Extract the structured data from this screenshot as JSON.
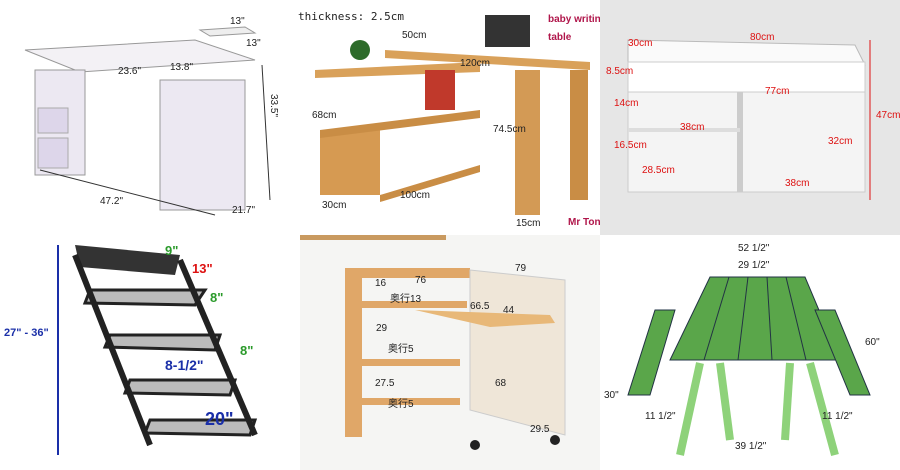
{
  "panels": [
    {
      "name": "computer-desk",
      "labels": [
        "13\"",
        "13\"",
        "23.6\"",
        "13.8\"",
        "33.5\"",
        "47.2\"",
        "21.7\""
      ]
    },
    {
      "name": "rotating-l-desk",
      "labels": [
        "thickness:  2.5cm",
        "50cm",
        "120cm",
        "68cm",
        "74.5cm",
        "30cm",
        "100cm",
        "15cm"
      ],
      "caption": [
        "baby writing",
        "table"
      ],
      "watermark": "Mr Ton"
    },
    {
      "name": "storage-bench",
      "labels": [
        "80cm",
        "30cm",
        "8.5cm",
        "77cm",
        "14cm",
        "38cm",
        "16.5cm",
        "32cm",
        "28.5cm",
        "38cm",
        "47cm"
      ]
    },
    {
      "name": "rv-steps",
      "labels": [
        "9\"",
        "13\"",
        "8\"",
        "8\"",
        "8-1/2\"",
        "20\"",
        "27\" - 36\""
      ]
    },
    {
      "name": "folding-desk-cabinet",
      "labels": [
        "79",
        "16",
        "76",
        "奥行13",
        "66.5",
        "44",
        "29",
        "奥行5",
        "27.5",
        "奥行5",
        "68",
        "29.5"
      ]
    },
    {
      "name": "picnic-table",
      "labels": [
        "52 1/2\"",
        "29 1/2\"",
        "60\"",
        "30\"",
        "11 1/2\"",
        "11 1/2\"",
        "39 1/2\""
      ]
    }
  ],
  "colors": {
    "wood": "#d9a15a",
    "red": "#b0154a",
    "green": "#5aa64a",
    "blue": "#1a2fa8"
  }
}
